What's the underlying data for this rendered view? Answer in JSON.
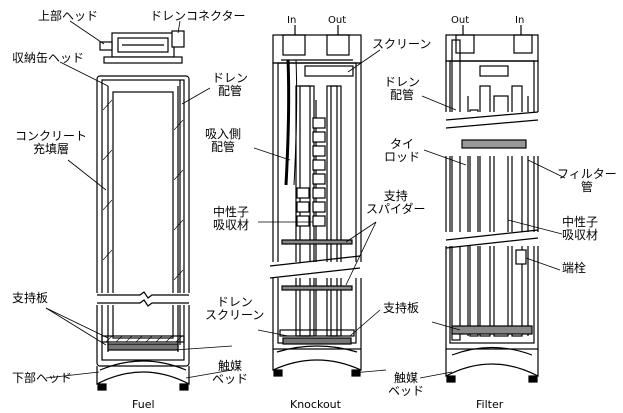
{
  "labels": {
    "fuel": {
      "top_head": "上部ヘッド",
      "drain_connector": "ドレンコネクター",
      "storage_can_head": "収納缶ヘッド",
      "drain_pipe_1": "ドレン",
      "drain_pipe_2": "配管",
      "concrete_1": "コンクリート",
      "concrete_2": "充填層",
      "support_plate": "支持板",
      "bottom_head": "下部ヘッド"
    },
    "knockout": {
      "suction_pipe_1": "吸入側",
      "suction_pipe_2": "配管",
      "neutron_absorber_1": "中性子",
      "neutron_absorber_2": "吸収材",
      "drain_screen_1": "ドレン",
      "drain_screen_2": "スクリーン",
      "catalyst_bed_1": "触媒",
      "catalyst_bed_2": "ベッド",
      "screen": "スクリーン",
      "support_spider_1": "支持",
      "support_spider_2": "スパイダー",
      "support_plate": "支持板",
      "in": "In",
      "out": "Out"
    },
    "filter": {
      "drain_pipe_1": "ドレン",
      "drain_pipe_2": "配管",
      "tie_rod_1": "タイ",
      "tie_rod_2": "ロッド",
      "filter_tube_1": "フィルター",
      "filter_tube_2": "管",
      "neutron_absorber_1": "中性子",
      "neutron_absorber_2": "吸収材",
      "end_plug": "端栓",
      "catalyst_bed_1": "触媒",
      "catalyst_bed_2": "ベッド",
      "in": "In",
      "out": "Out"
    }
  },
  "captions": {
    "fuel": "Fuel",
    "knockout": "Knockout",
    "filter": "Filter"
  }
}
